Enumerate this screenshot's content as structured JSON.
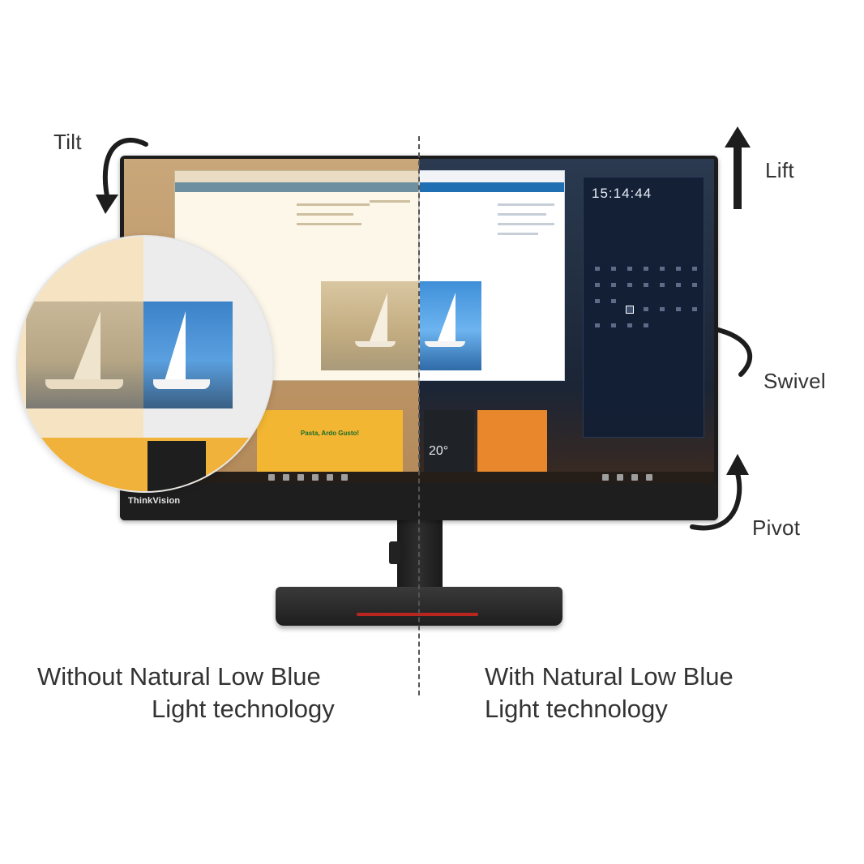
{
  "labels": {
    "tilt": "Tilt",
    "lift": "Lift",
    "swivel": "Swivel",
    "pivot": "Pivot"
  },
  "captions": {
    "left_line1": "Without Natural Low Blue",
    "left_line2": "Light technology",
    "right_line1": "With Natural Low Blue",
    "right_line2": "Light technology"
  },
  "monitor": {
    "brand": "ThinkVision",
    "clock": "15:14:44",
    "weather_temp": "20°",
    "tile_title": "Pasta, Ardo Gusto!"
  },
  "icons": {
    "tilt": "curved-arrow-icon",
    "lift": "up-arrow-icon",
    "swivel": "curved-arrow-icon",
    "pivot": "curved-arrow-icon"
  },
  "colors": {
    "warm_tint": "#f6e3c2",
    "cool_tint": "#5aa0e0",
    "accent_red": "#b8261f"
  }
}
